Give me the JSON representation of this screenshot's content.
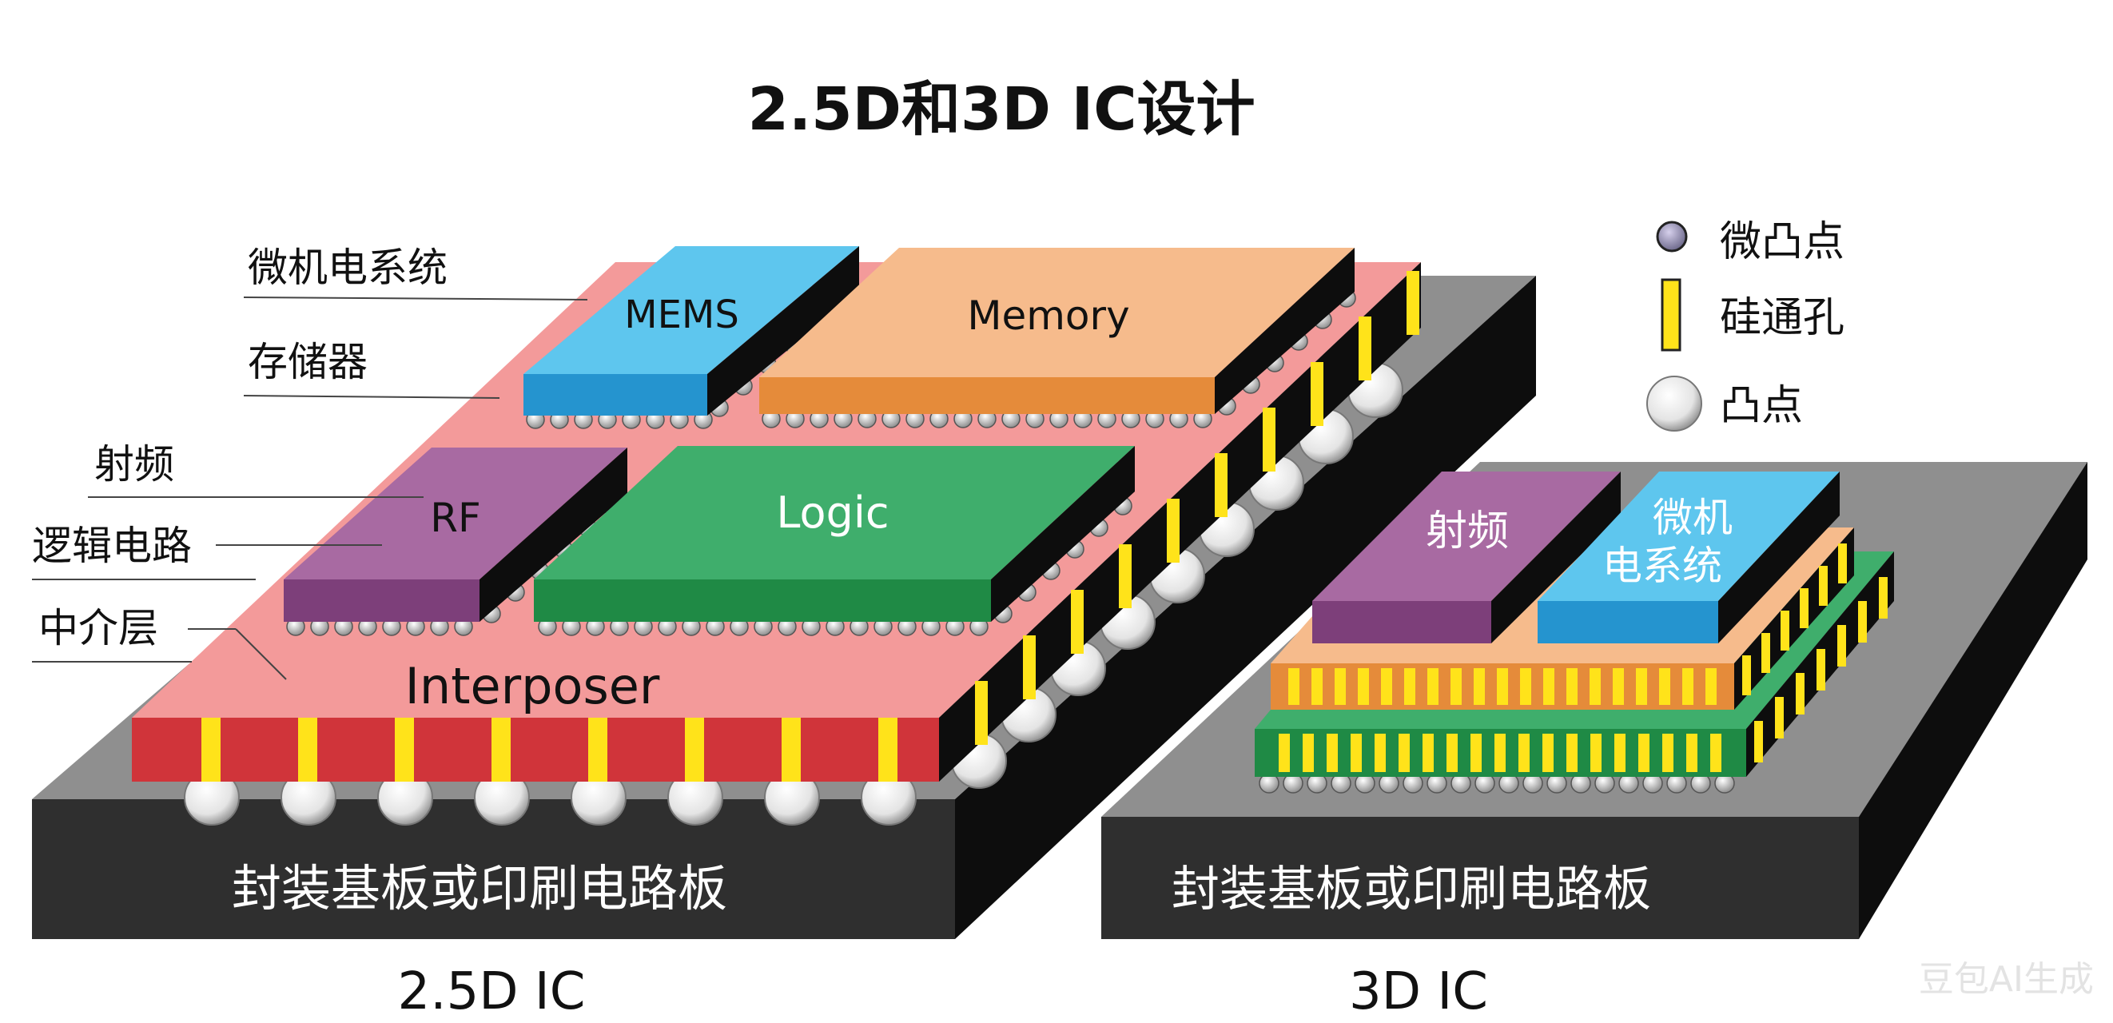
{
  "title": "2.5D和3D IC设计",
  "left": {
    "caption": "2.5D IC",
    "substrate_label": "封装基板或印刷电路板",
    "interposer_label": "Interposer",
    "chips": {
      "mems": "MEMS",
      "memory": "Memory",
      "rf": "RF",
      "logic": "Logic"
    },
    "callouts": {
      "mems": "微机电系统",
      "memory": "存储器",
      "rf": "射频",
      "logic": "逻辑电路",
      "interposer": "中介层"
    }
  },
  "right": {
    "caption": "3D IC",
    "substrate_label": "封装基板或印刷电路板",
    "chips": {
      "rf": "射频",
      "mems_line1": "微机",
      "mems_line2": "电系统"
    }
  },
  "legend": {
    "microbump": "微凸点",
    "tsv": "硅通孔",
    "bump": "凸点"
  },
  "watermark": "豆包AI生成",
  "colors": {
    "substrate_top": "#8f8f8f",
    "substrate_front": "#2f2f2f",
    "interposer_top": "#f39a9a",
    "interposer_front": "#d0343a",
    "mems": "#5ec6ee",
    "mems_front": "#2594cf",
    "memory": "#f6bb8c",
    "memory_front": "#e58b3a",
    "rf": "#a86aa2",
    "rf_front": "#7d3f7a",
    "logic": "#3fae6c",
    "logic_front": "#1f8a45",
    "tsv": "#ffe31a"
  }
}
